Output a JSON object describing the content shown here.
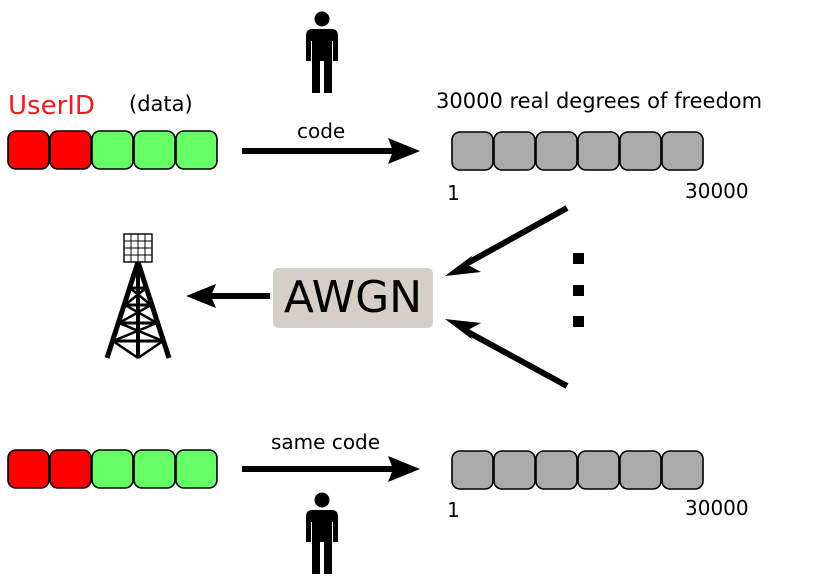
{
  "top_user": {
    "user_id_label": "UserID",
    "data_label": "(data)",
    "code_label": "code",
    "packet_cells": [
      "red",
      "red",
      "green",
      "green",
      "green"
    ]
  },
  "channel": {
    "dof_label": "30000 real degrees of freedom",
    "first_index": "1",
    "last_index": "30000",
    "cell_count_shown": 6
  },
  "awgn": {
    "label": "AWGN"
  },
  "bottom_user": {
    "code_label": "same code",
    "packet_cells": [
      "red",
      "red",
      "green",
      "green",
      "green"
    ]
  },
  "bottom_channel": {
    "first_index": "1",
    "last_index": "30000"
  },
  "colors": {
    "userid_text": "#ee1c1c",
    "red_cell": "#ff0000",
    "green_cell": "#66ff66",
    "gray_cell": "#aaaaaa",
    "awgn_box": "#d6cfc8"
  },
  "icons": [
    "person-icon",
    "base-station-icon",
    "arrow-icon",
    "vertical-ellipsis"
  ]
}
